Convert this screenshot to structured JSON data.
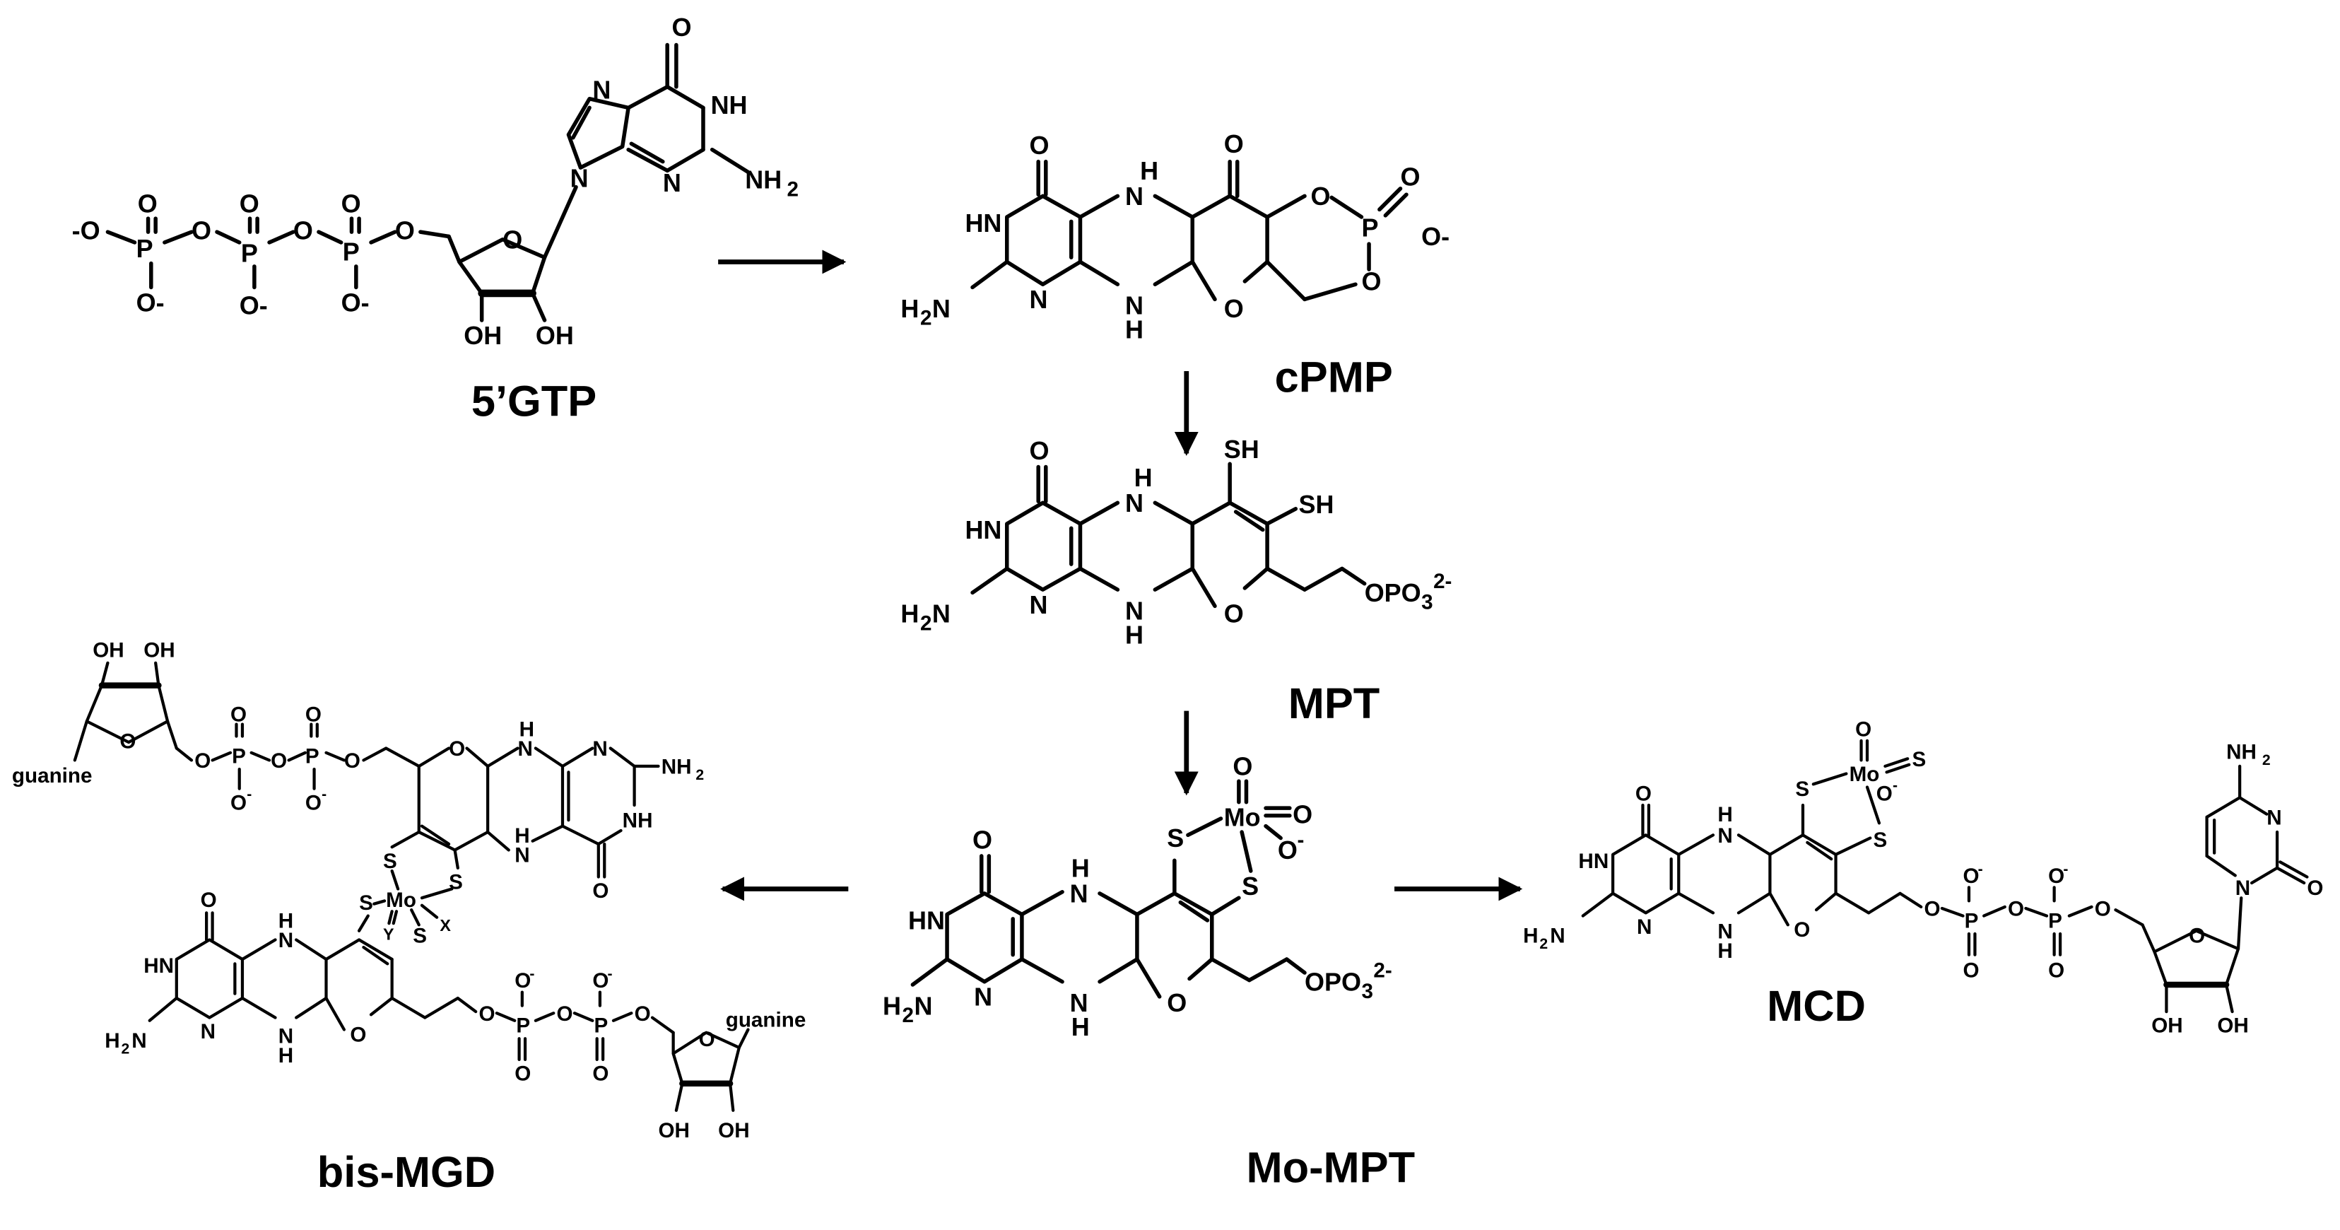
{
  "compounds": [
    {
      "id": "gtp",
      "label": "5’GTP"
    },
    {
      "id": "cpmp",
      "label": "cPMP"
    },
    {
      "id": "mpt",
      "label": "MPT"
    },
    {
      "id": "mompt",
      "label": "Mo-MPT"
    },
    {
      "id": "mcd",
      "label": "MCD"
    },
    {
      "id": "bismgd",
      "label": "bis-MGD"
    }
  ],
  "substituents": {
    "guanine": "guanine"
  },
  "arrows": [
    {
      "from": "5’GTP",
      "to": "cPMP"
    },
    {
      "from": "cPMP",
      "to": "MPT"
    },
    {
      "from": "MPT",
      "to": "Mo-MPT"
    },
    {
      "from": "Mo-MPT",
      "to": "MCD"
    },
    {
      "from": "Mo-MPT",
      "to": "bis-MGD"
    }
  ]
}
